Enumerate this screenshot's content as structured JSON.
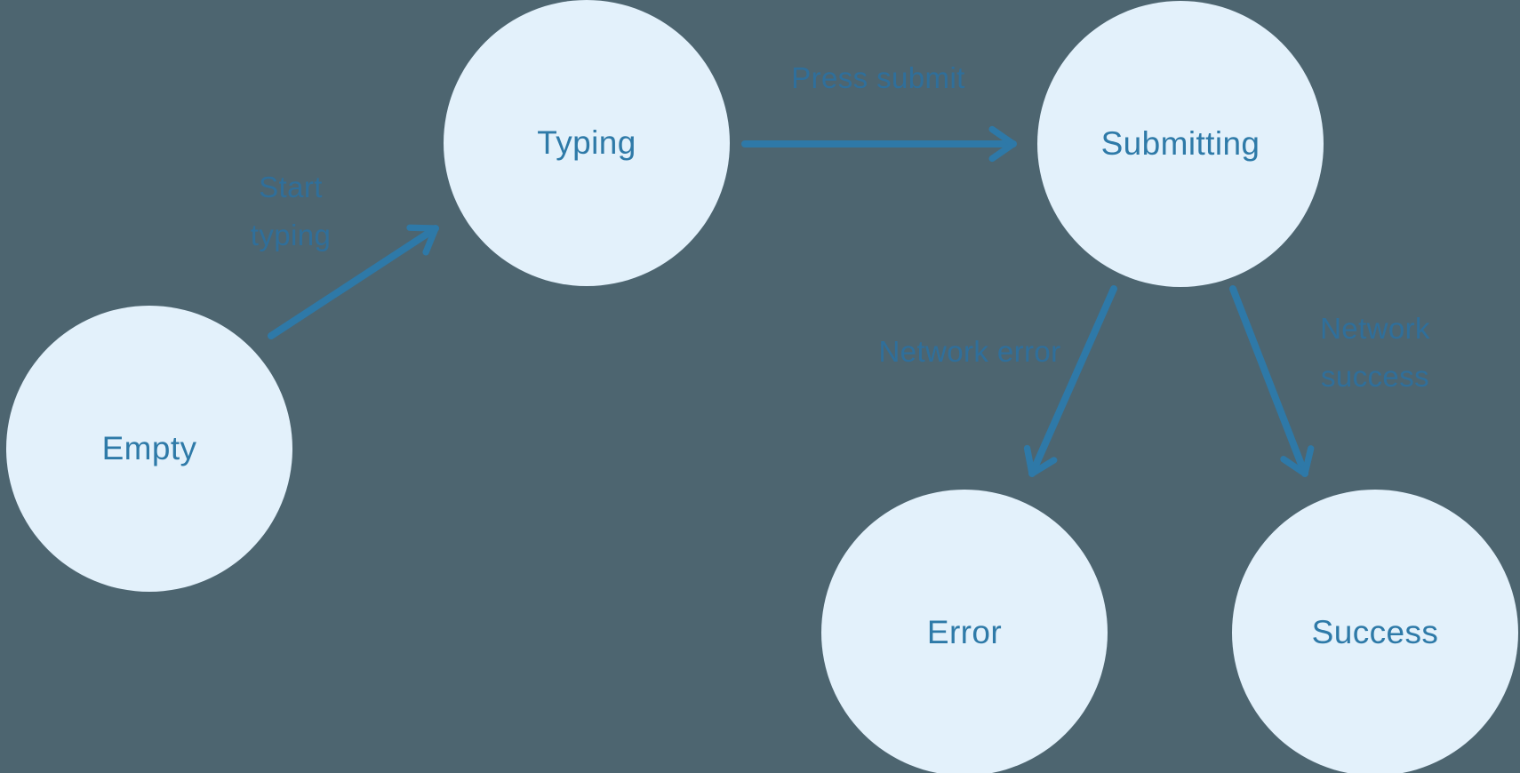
{
  "diagram": {
    "type": "state-machine",
    "colors": {
      "background": "#4D6570",
      "node_fill": "#E3F1FB",
      "node_text": "#2E7AA8",
      "arrow": "#2E79A8",
      "edge_label_text": "#2F6F9B"
    },
    "nodes": [
      {
        "id": "empty",
        "label": "Empty"
      },
      {
        "id": "typing",
        "label": "Typing"
      },
      {
        "id": "submitting",
        "label": "Submitting"
      },
      {
        "id": "error",
        "label": "Error"
      },
      {
        "id": "success",
        "label": "Success"
      }
    ],
    "edges": [
      {
        "from": "empty",
        "to": "typing",
        "label": "Start typing"
      },
      {
        "from": "typing",
        "to": "submitting",
        "label": "Press submit"
      },
      {
        "from": "submitting",
        "to": "error",
        "label": "Network error"
      },
      {
        "from": "submitting",
        "to": "success",
        "label": "Network success"
      }
    ]
  }
}
